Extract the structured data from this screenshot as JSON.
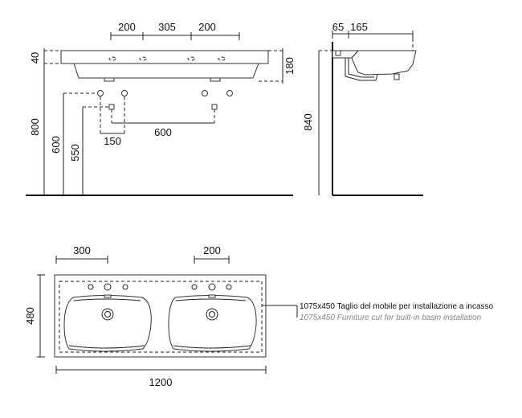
{
  "front_view": {
    "dims": {
      "hole_left": "200",
      "hole_mid": "305",
      "hole_right": "200",
      "rim_height": "40",
      "basin_height": "180",
      "top_height": "800",
      "supply_height": "600",
      "drain_height": "550",
      "supply_offset": "150",
      "supply_spacing": "600"
    }
  },
  "side_view": {
    "dims": {
      "depth_a": "65",
      "depth_b": "165",
      "height": "840"
    }
  },
  "top_view": {
    "dims": {
      "left_offset": "300",
      "right_span": "200",
      "depth": "480",
      "width": "1200"
    },
    "note_it": "1075x450 Taglio del mobile per installazione a incasso",
    "note_en": "1075x450 Furniture cut for built-in basin installation"
  }
}
